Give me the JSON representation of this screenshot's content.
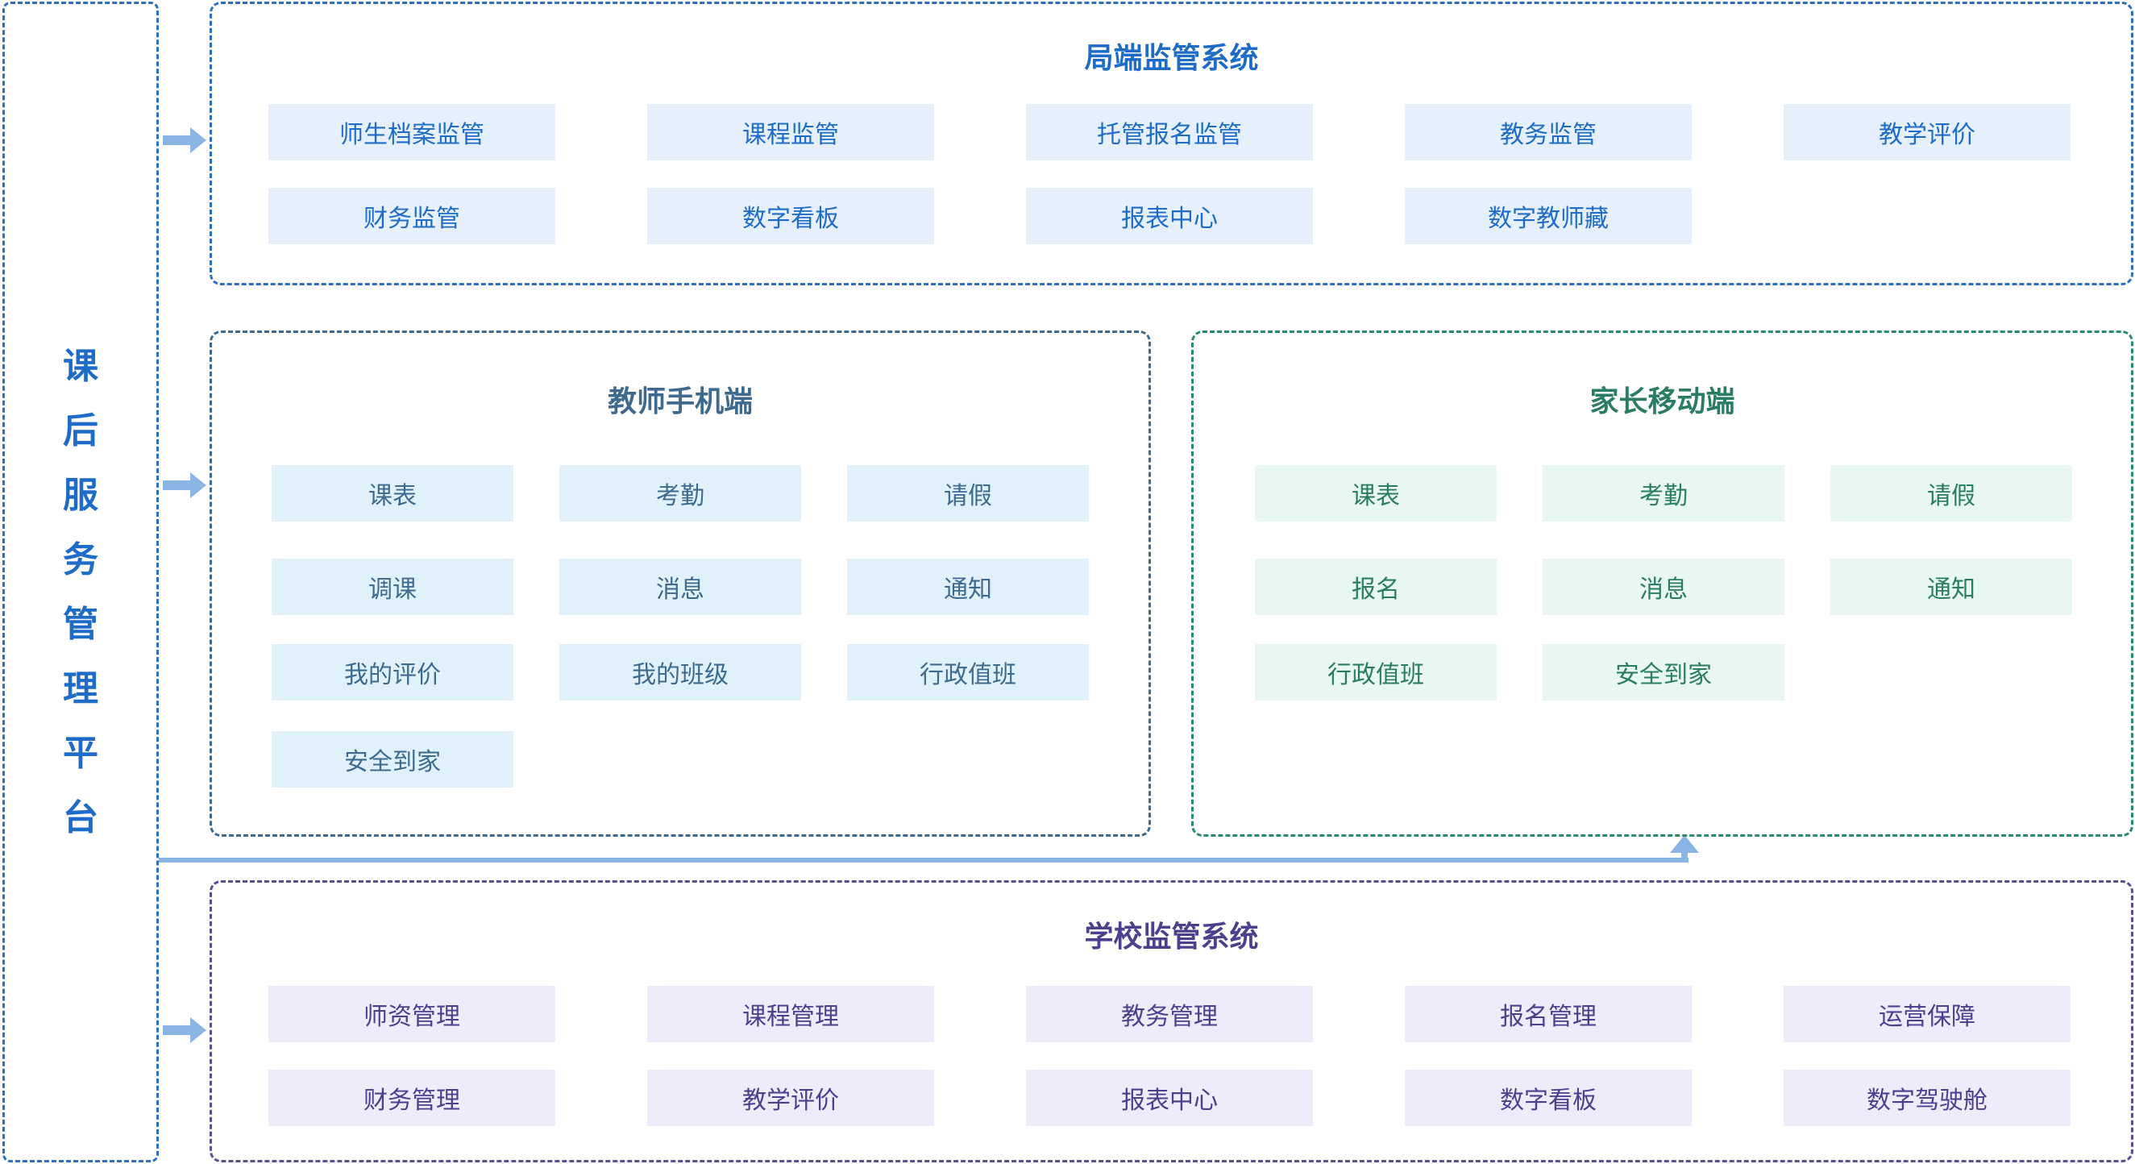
{
  "platform": {
    "title_chars": [
      "课",
      "后",
      "服",
      "务",
      "管",
      "理",
      "平",
      "台"
    ]
  },
  "bureau": {
    "title": "局端监管系统",
    "items": [
      "师生档案监管",
      "课程监管",
      "托管报名监管",
      "教务监管",
      "教学评价",
      "财务监管",
      "数字看板",
      "报表中心",
      "数字教师藏"
    ]
  },
  "teacher": {
    "title": "教师手机端",
    "items": [
      "课表",
      "考勤",
      "请假",
      "调课",
      "消息",
      "通知",
      "我的评价",
      "我的班级",
      "行政值班",
      "安全到家"
    ]
  },
  "parent": {
    "title": "家长移动端",
    "items": [
      "课表",
      "考勤",
      "请假",
      "报名",
      "消息",
      "通知",
      "行政值班",
      "安全到家"
    ]
  },
  "school": {
    "title": "学校监管系统",
    "items": [
      "师资管理",
      "课程管理",
      "教务管理",
      "报名管理",
      "运营保障",
      "财务管理",
      "教学评价",
      "报表中心",
      "数字看板",
      "数字驾驶舱"
    ]
  },
  "colors": {
    "arrow": "#8ab4e4"
  }
}
